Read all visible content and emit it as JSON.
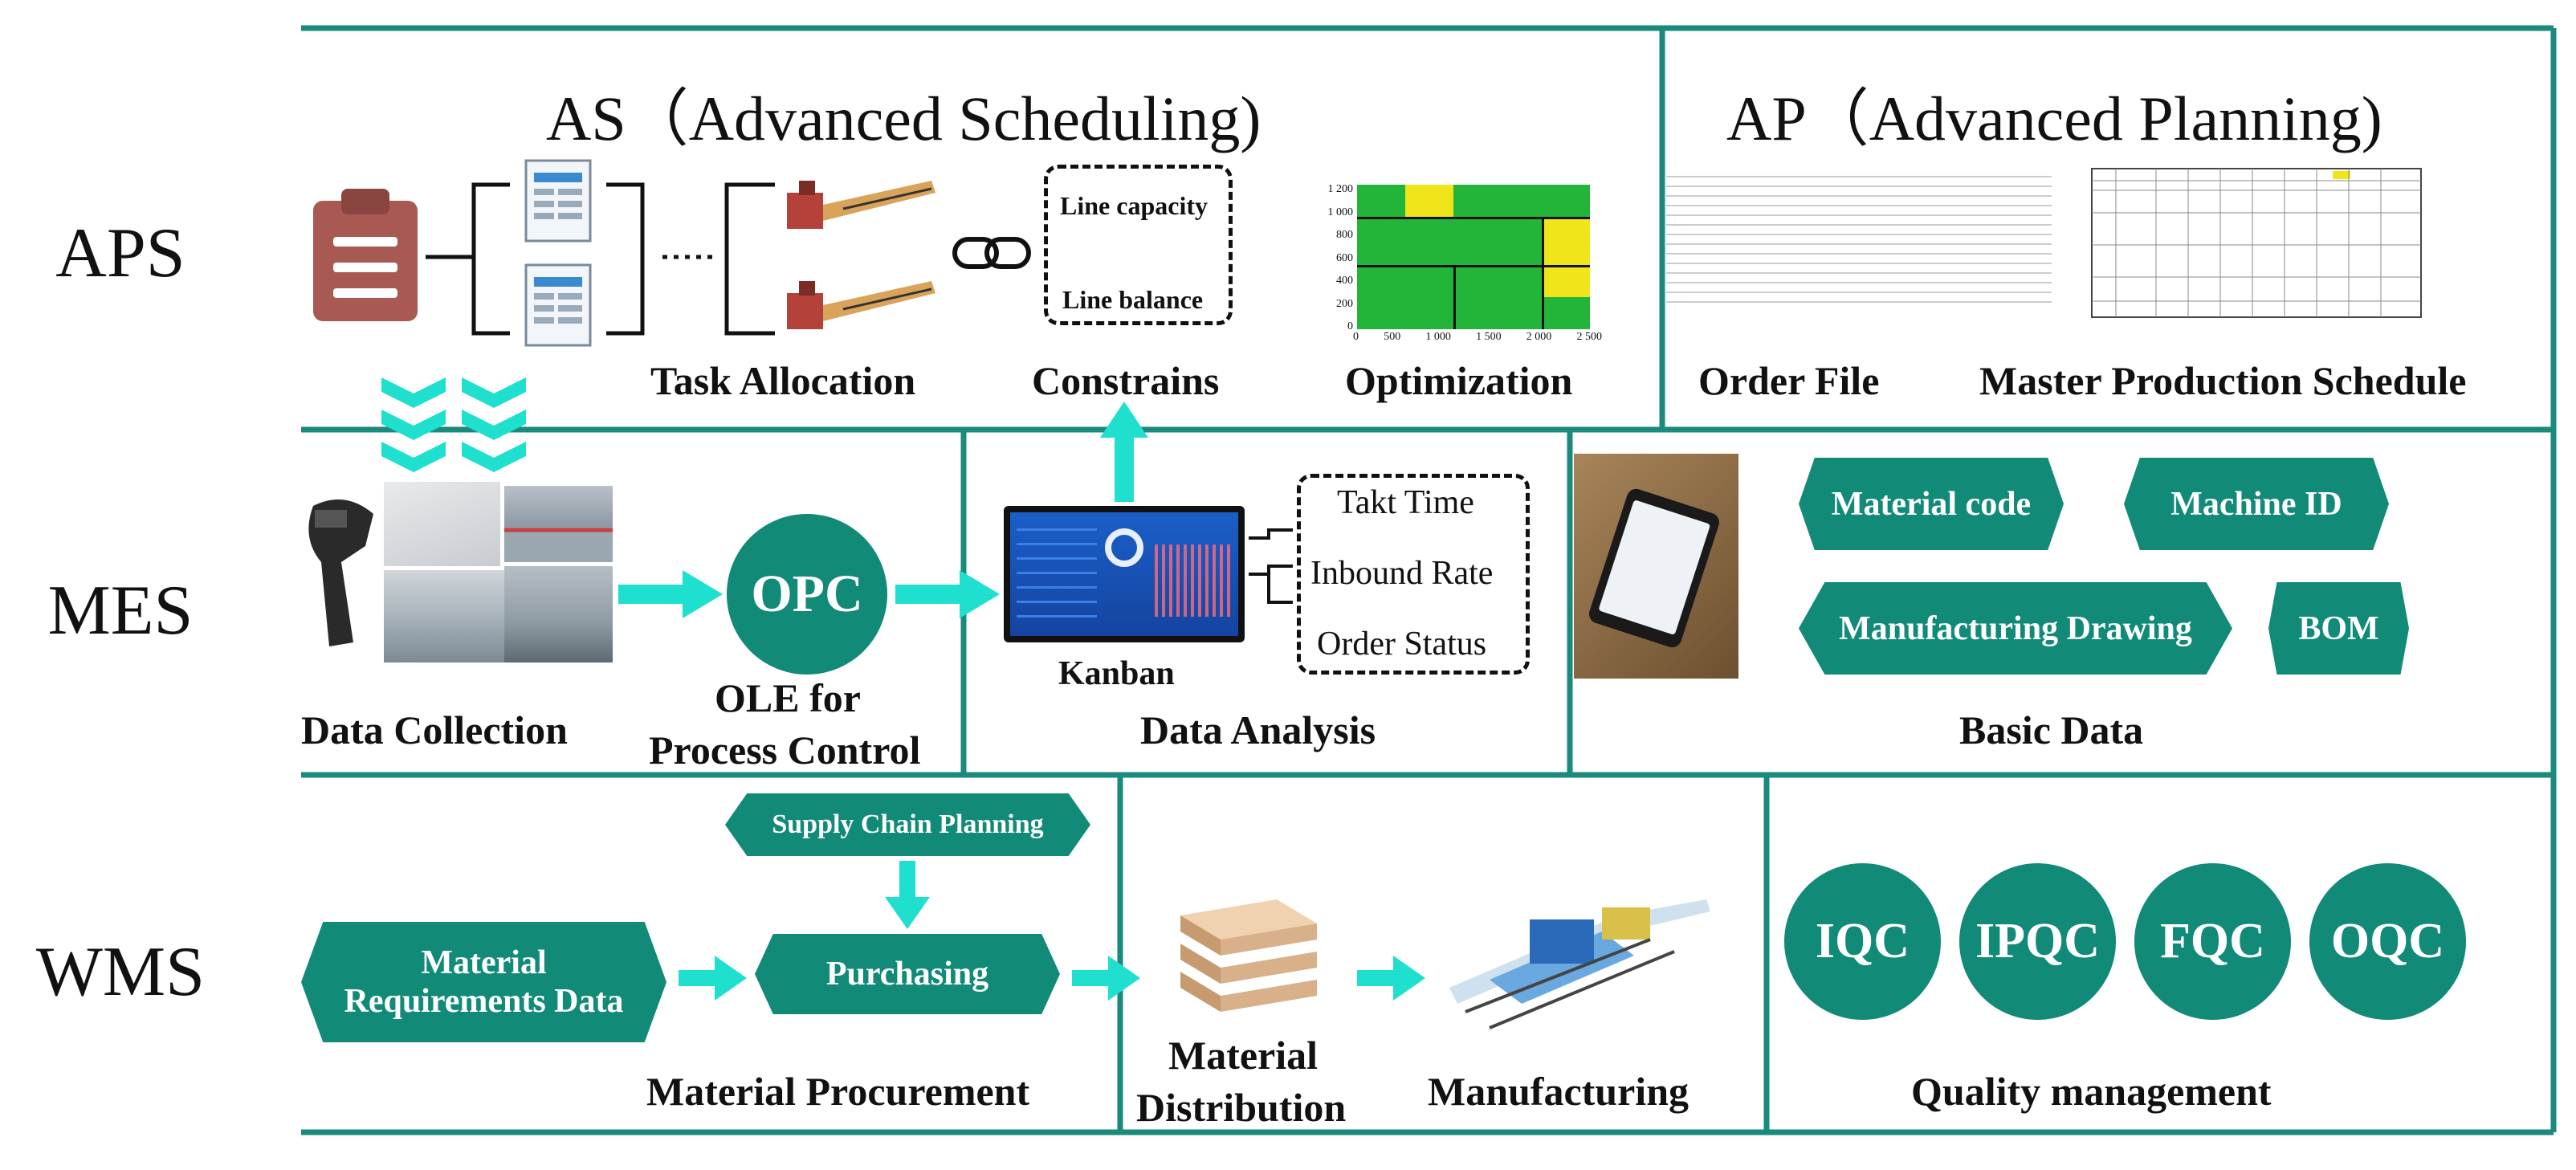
{
  "colors": {
    "teal": "#118a78",
    "arrow": "#1fe0cf",
    "frame": "#1a8a7c",
    "green": "#22b53a",
    "yellow": "#f0e41a"
  },
  "rows": {
    "aps": "APS",
    "mes": "MES",
    "wms": "WMS"
  },
  "aps": {
    "as_title": "AS（Advanced Scheduling)",
    "ap_title": "AP（Advanced Planning)",
    "task_allocation": "Task Allocation",
    "constrains": "Constrains",
    "optimization": "Optimization",
    "order_file": "Order File",
    "mps": "Master Production Schedule",
    "line_capacity": "Line capacity",
    "line_balance": "Line balance",
    "chart_y_ticks": [
      "1 200",
      "1 000",
      "800",
      "600",
      "400",
      "200",
      "0"
    ],
    "chart_x_ticks": [
      "0",
      "500",
      "1 000",
      "1 500",
      "2 000",
      "2 500"
    ]
  },
  "mes": {
    "data_collection": "Data Collection",
    "opc": "OPC",
    "opc_caption_1": "OLE for",
    "opc_caption_2": "Process Control",
    "kanban": "Kanban",
    "takt_time": "Takt Time",
    "inbound_rate": "Inbound Rate",
    "order_status": "Order Status",
    "data_analysis": "Data Analysis",
    "basic_data": "Basic Data",
    "material_code": "Material code",
    "machine_id": "Machine ID",
    "manufacturing_drawing": "Manufacturing Drawing",
    "bom": "BOM"
  },
  "wms": {
    "supply_chain_planning": "Supply Chain Planning",
    "mrd_1": "Material",
    "mrd_2": "Requirements Data",
    "purchasing": "Purchasing",
    "material_procurement": "Material Procurement",
    "material_distribution_1": "Material",
    "material_distribution_2": "Distribution",
    "manufacturing": "Manufacturing",
    "quality_management": "Quality management",
    "qc": [
      "IQC",
      "IPQC",
      "FQC",
      "OQC"
    ]
  }
}
